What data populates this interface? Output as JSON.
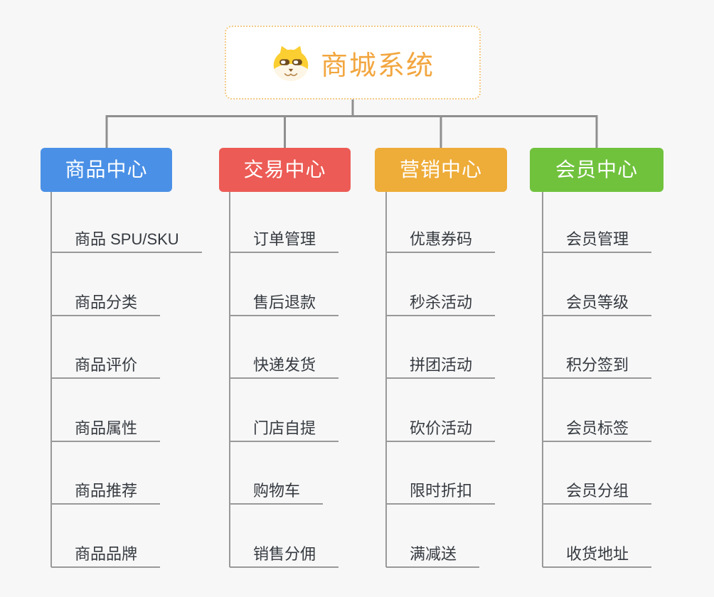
{
  "root": {
    "title": "商城系统",
    "icon": "shiba-dog-icon"
  },
  "theme": {
    "background": "#f7f7f7",
    "root_border": "#f3c983",
    "root_text": "#f2a63f",
    "connector_color": "#8f8f8f",
    "leaf_line_color": "#999999",
    "leaf_text_color": "#353a40"
  },
  "branches": [
    {
      "label": "商品中心",
      "color": "#4a90e6",
      "items": [
        "商品 SPU/SKU",
        "商品分类",
        "商品评价",
        "商品属性",
        "商品推荐",
        "商品品牌"
      ]
    },
    {
      "label": "交易中心",
      "color": "#ec5b55",
      "items": [
        "订单管理",
        "售后退款",
        "快递发货",
        "门店自提",
        "购物车",
        "销售分佣"
      ]
    },
    {
      "label": "营销中心",
      "color": "#eeac38",
      "items": [
        "优惠券码",
        "秒杀活动",
        "拼团活动",
        "砍价活动",
        "限时折扣",
        "满减送"
      ]
    },
    {
      "label": "会员中心",
      "color": "#70c23d",
      "items": [
        "会员管理",
        "会员等级",
        "积分签到",
        "会员标签",
        "会员分组",
        "收货地址"
      ]
    }
  ]
}
